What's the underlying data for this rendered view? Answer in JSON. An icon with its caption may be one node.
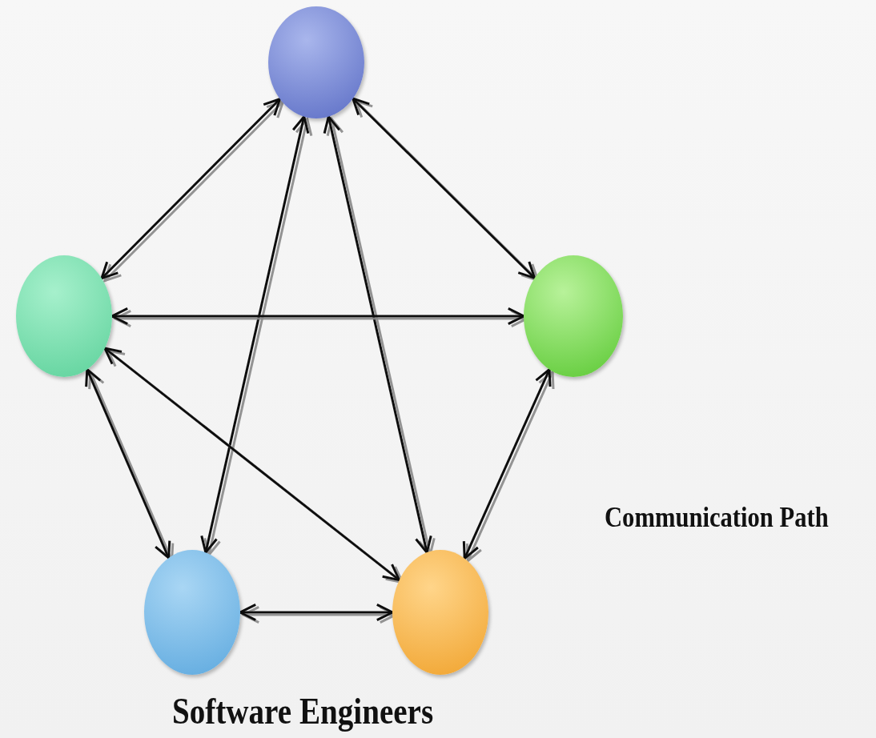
{
  "diagram": {
    "nodes": [
      {
        "text": [],
        "shape": "circle"
      },
      {
        "text": [],
        "shape": "circle"
      },
      {
        "text": [],
        "shape": "circle"
      },
      {
        "text": [],
        "shape": "circle"
      },
      {
        "text": [],
        "shape": "circle"
      }
    ],
    "edges": [
      {
        "from": 0,
        "to": 1,
        "arrow": "both"
      },
      {
        "from": 0,
        "to": 2,
        "arrow": "both"
      },
      {
        "from": 0,
        "to": 3,
        "arrow": "both"
      },
      {
        "from": 0,
        "to": 4,
        "arrow": "both"
      },
      {
        "from": 1,
        "to": 2,
        "arrow": "both"
      },
      {
        "from": 1,
        "to": 3,
        "arrow": "both"
      },
      {
        "from": 1,
        "to": 4,
        "arrow": "both"
      },
      {
        "from": 2,
        "to": 4,
        "arrow": "both"
      },
      {
        "from": 3,
        "to": 4,
        "arrow": "both"
      }
    ],
    "labels": [
      "Communication Path",
      "Software Engineers"
    ]
  }
}
